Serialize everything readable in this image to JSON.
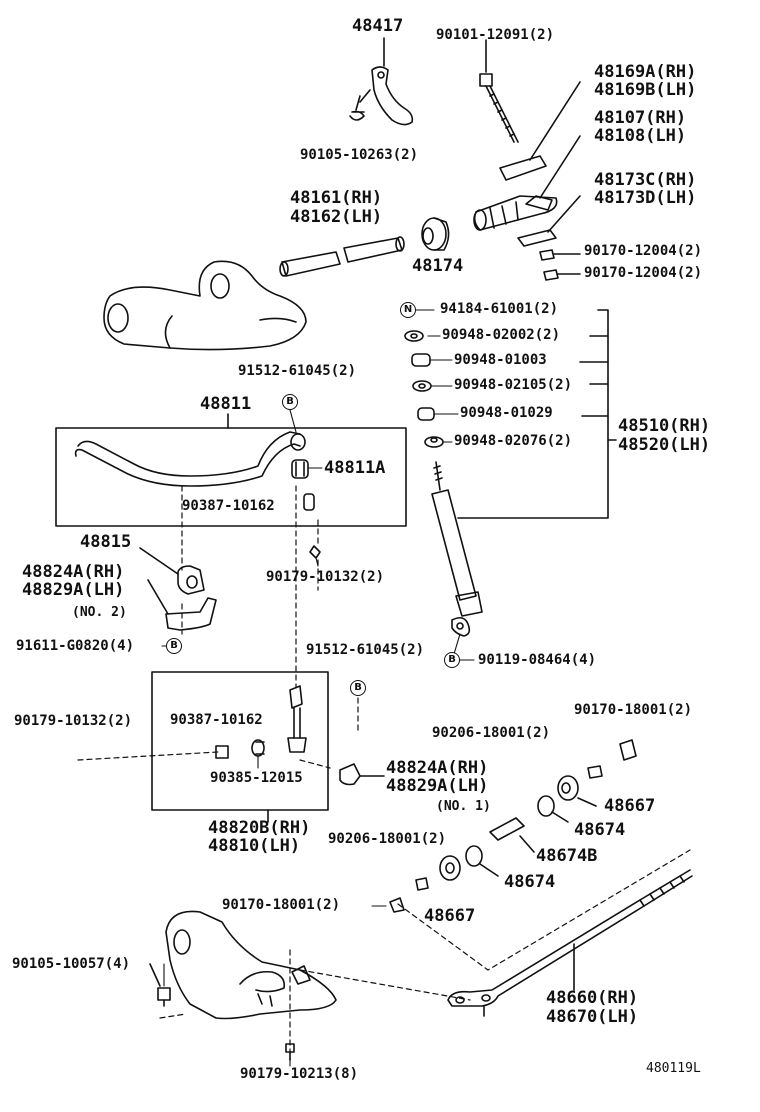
{
  "labels": {
    "p48417": "48417",
    "p90101": "90101-12091(2)",
    "p48169": "48169A(RH)",
    "p48169b": "48169B(LH)",
    "p90105a": "90105-10263(2)",
    "p48107": "48107(RH)",
    "p48108": "48108(LH)",
    "p48173c": "48173C(RH)",
    "p48173d": "48173D(LH)",
    "p48161": "48161(RH)",
    "p48162": "48162(LH)",
    "p48174": "48174",
    "p90170a": "90170-12004(2)",
    "p90170b": "90170-12004(2)",
    "p94184": "94184-61001(2)",
    "p90948a": "90948-02002(2)",
    "p90948b": "90948-01003",
    "p90948c": "90948-02105(2)",
    "p90948d": "90948-01029",
    "p90948e": "90948-02076(2)",
    "p48510": "48510(RH)",
    "p48520": "48520(LH)",
    "p91512a": "91512-61045(2)",
    "p48811": "48811",
    "p48811a": "48811A",
    "p90387a": "90387-10162",
    "p48815": "48815",
    "p48824a": "48824A(RH)",
    "p48829a": "48829A(LH)",
    "p_no2": "(NO. 2)",
    "p90179a": "90179-10132(2)",
    "p91611": "91611-G0820(4)",
    "p91512b": "91512-61045(2)",
    "p90119": "90119-08464(4)",
    "p90179b": "90179-10132(2)",
    "p90387b": "90387-10162",
    "p90385": "90385-12015",
    "p48824b": "48824A(RH)",
    "p48829b": "48829A(LH)",
    "p_no1": "(NO. 1)",
    "p90170c": "90170-18001(2)",
    "p90206a": "90206-18001(2)",
    "p48667a": "48667",
    "p48674a": "48674",
    "p48820": "48820B(RH)",
    "p48810": "48810(LH)",
    "p90206b": "90206-18001(2)",
    "p48674b": "48674B",
    "p48674c": "48674",
    "p90170d": "90170-18001(2)",
    "p48667b": "48667",
    "p90105b": "90105-10057(4)",
    "p48660": "48660(RH)",
    "p48670": "48670(LH)",
    "p90179c": "90179-10213(8)",
    "ref": "480119L"
  },
  "callouts": {
    "n": "N",
    "b1": "B",
    "b2": "B",
    "b3": "B",
    "b4": "B"
  }
}
